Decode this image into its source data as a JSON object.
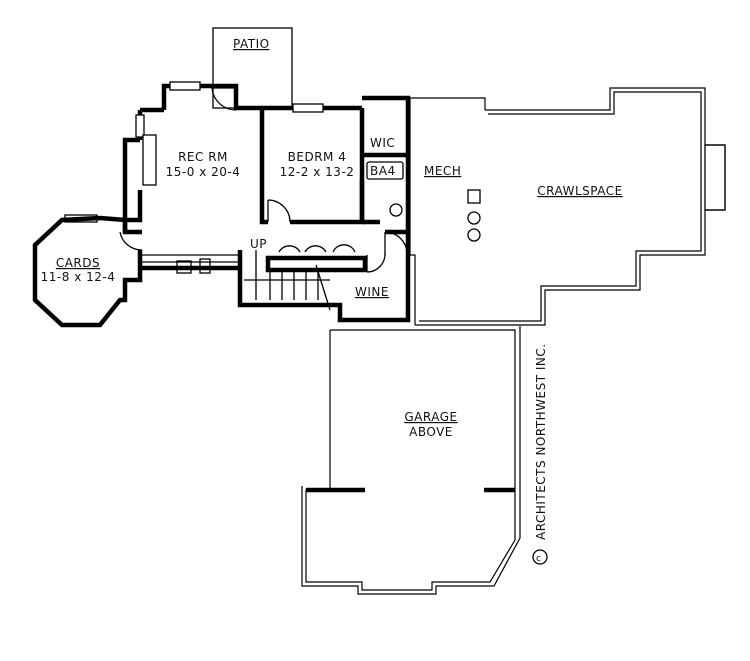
{
  "rooms": {
    "patio": {
      "name": "PATIO"
    },
    "rec_rm": {
      "name": "REC RM",
      "size": "15-0 x 20-4"
    },
    "bedrm4": {
      "name": "BEDRM 4",
      "size": "12-2 x 13-2"
    },
    "wic": {
      "name": "WIC"
    },
    "ba4": {
      "name": "BA4"
    },
    "mech": {
      "name": "MECH"
    },
    "crawlspace": {
      "name": "CRAWLSPACE"
    },
    "cards": {
      "name": "CARDS",
      "size": "11-8 x 12-4"
    },
    "stairs": {
      "label": "UP"
    },
    "wine": {
      "name": "WINE"
    },
    "garage": {
      "line1": "GARAGE",
      "line2": "ABOVE"
    }
  },
  "copyright": "ARCHITECTS NORTHWEST INC."
}
